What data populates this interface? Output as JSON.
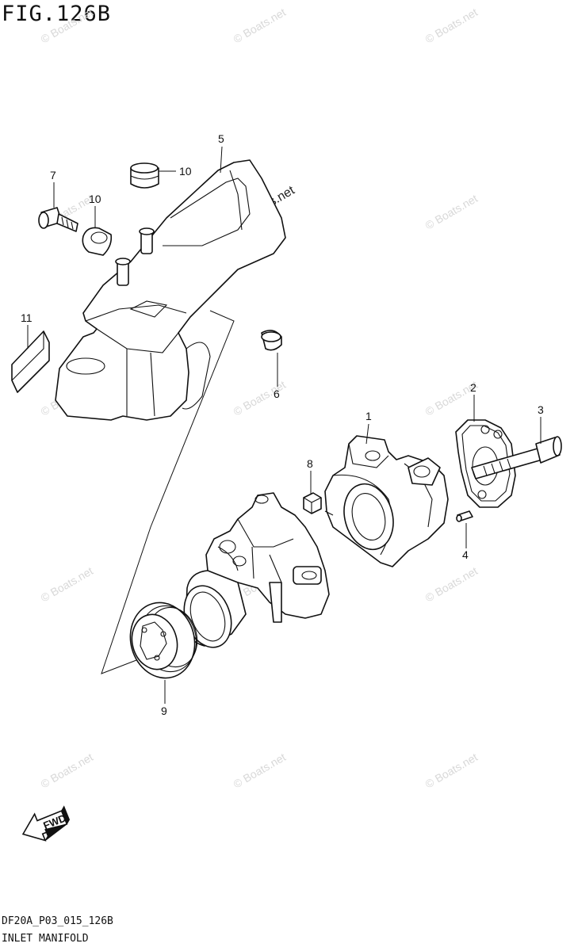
{
  "figure": {
    "title": "FIG.126B",
    "code": "DF20A_P03_015_126B",
    "name": "INLET MANIFOLD"
  },
  "callouts": [
    {
      "id": "1",
      "label": "1"
    },
    {
      "id": "2",
      "label": "2"
    },
    {
      "id": "3",
      "label": "3"
    },
    {
      "id": "4",
      "label": "4"
    },
    {
      "id": "5",
      "label": "5"
    },
    {
      "id": "6",
      "label": "6"
    },
    {
      "id": "7",
      "label": "7"
    },
    {
      "id": "8",
      "label": "8"
    },
    {
      "id": "9",
      "label": "9"
    },
    {
      "id": "10a",
      "label": "10"
    },
    {
      "id": "10b",
      "label": "10"
    },
    {
      "id": "11",
      "label": "11"
    }
  ],
  "watermark": {
    "text": "© Boats.net"
  },
  "fwd_arrow": {
    "label": "FWD",
    "icon": "fwd-arrow-icon"
  }
}
